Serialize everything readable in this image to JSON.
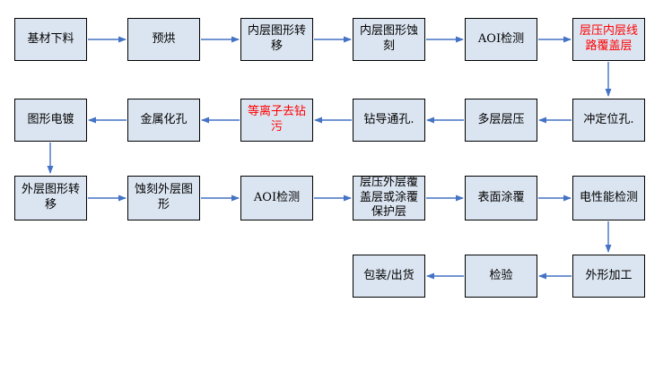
{
  "diagram": {
    "type": "flowchart",
    "colors": {
      "box_fill": "#dbe5f1",
      "box_border": "#000000",
      "arrow": "#4472c4",
      "text": "#000000",
      "highlight_text": "#ff0000",
      "background": "#ffffff"
    },
    "steps": [
      {
        "label": "基材下料",
        "highlight": false
      },
      {
        "label": "预烘",
        "highlight": false
      },
      {
        "label": "内层图形转移",
        "highlight": false
      },
      {
        "label": "内层图形蚀刻",
        "highlight": false
      },
      {
        "label": "AOI检测",
        "highlight": false
      },
      {
        "label": "层压内层线路覆盖层",
        "highlight": true
      },
      {
        "label": "冲定位孔.",
        "highlight": false
      },
      {
        "label": "多层层压",
        "highlight": false
      },
      {
        "label": "钻导通孔.",
        "highlight": false
      },
      {
        "label": "等离子去钻污",
        "highlight": true
      },
      {
        "label": "金属化孔",
        "highlight": false
      },
      {
        "label": "图形电镀",
        "highlight": false
      },
      {
        "label": "外层图形转移",
        "highlight": false
      },
      {
        "label": "蚀刻外层图形",
        "highlight": false
      },
      {
        "label": "AOI检测",
        "highlight": false
      },
      {
        "label": "层压外层覆盖层或涂覆保护层",
        "highlight": false
      },
      {
        "label": "表面涂覆",
        "highlight": false
      },
      {
        "label": "电性能检测",
        "highlight": false
      },
      {
        "label": "外形加工",
        "highlight": false
      },
      {
        "label": "检验",
        "highlight": false
      },
      {
        "label": "包装/出货",
        "highlight": false
      }
    ],
    "edges": [
      {
        "from": 1,
        "to": 2
      },
      {
        "from": 2,
        "to": 3
      },
      {
        "from": 3,
        "to": 4
      },
      {
        "from": 4,
        "to": 5
      },
      {
        "from": 5,
        "to": 6
      },
      {
        "from": 6,
        "to": 7
      },
      {
        "from": 7,
        "to": 8
      },
      {
        "from": 8,
        "to": 9
      },
      {
        "from": 9,
        "to": 10
      },
      {
        "from": 10,
        "to": 11
      },
      {
        "from": 11,
        "to": 12
      },
      {
        "from": 12,
        "to": 13
      },
      {
        "from": 13,
        "to": 14
      },
      {
        "from": 14,
        "to": 15
      },
      {
        "from": 15,
        "to": 16
      },
      {
        "from": 16,
        "to": 17
      },
      {
        "from": 17,
        "to": 18
      },
      {
        "from": 18,
        "to": 19
      },
      {
        "from": 19,
        "to": 20
      },
      {
        "from": 20,
        "to": 21
      }
    ]
  }
}
